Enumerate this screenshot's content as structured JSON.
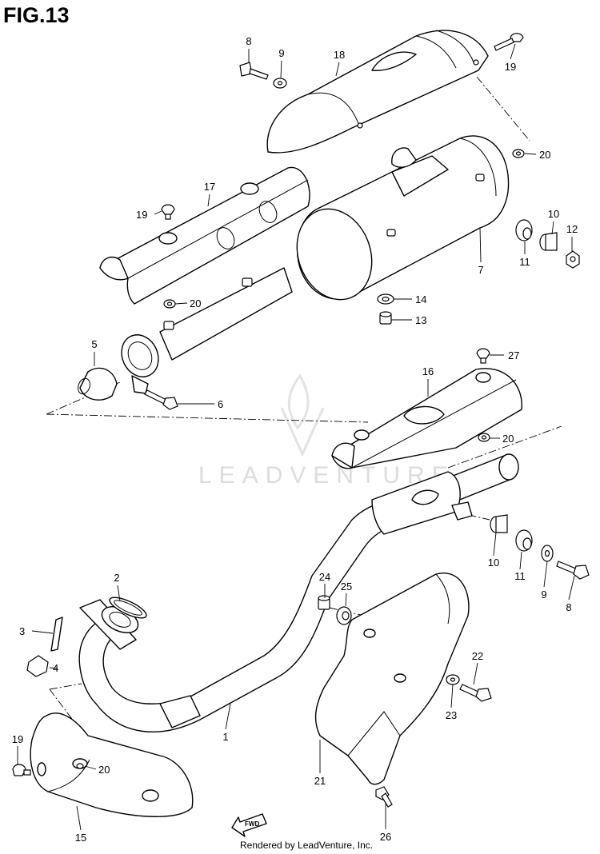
{
  "figure": {
    "title": "FIG.13"
  },
  "footer": {
    "credit": "Rendered by LeadVenture, Inc."
  },
  "watermark": {
    "text": "LEADVENTURE"
  },
  "fwd_label": "FWD",
  "callouts": [
    {
      "id": "c8a",
      "label": "8"
    },
    {
      "id": "c9a",
      "label": "9"
    },
    {
      "id": "c18",
      "label": "18"
    },
    {
      "id": "c19a",
      "label": "19"
    },
    {
      "id": "c20a",
      "label": "20"
    },
    {
      "id": "c17",
      "label": "17"
    },
    {
      "id": "c19b",
      "label": "19"
    },
    {
      "id": "c10a",
      "label": "10"
    },
    {
      "id": "c12",
      "label": "12"
    },
    {
      "id": "c11a",
      "label": "11"
    },
    {
      "id": "c7",
      "label": "7"
    },
    {
      "id": "c20b",
      "label": "20"
    },
    {
      "id": "c14",
      "label": "14"
    },
    {
      "id": "c13",
      "label": "13"
    },
    {
      "id": "c5",
      "label": "5"
    },
    {
      "id": "c6",
      "label": "6"
    },
    {
      "id": "c27",
      "label": "27"
    },
    {
      "id": "c16",
      "label": "16"
    },
    {
      "id": "c20c",
      "label": "20"
    },
    {
      "id": "c2",
      "label": "2"
    },
    {
      "id": "c24",
      "label": "24"
    },
    {
      "id": "c25",
      "label": "25"
    },
    {
      "id": "c10b",
      "label": "10"
    },
    {
      "id": "c11b",
      "label": "11"
    },
    {
      "id": "c9b",
      "label": "9"
    },
    {
      "id": "c8b",
      "label": "8"
    },
    {
      "id": "c3",
      "label": "3"
    },
    {
      "id": "c4",
      "label": "4"
    },
    {
      "id": "c22",
      "label": "22"
    },
    {
      "id": "c23",
      "label": "23"
    },
    {
      "id": "c1",
      "label": "1"
    },
    {
      "id": "c19c",
      "label": "19"
    },
    {
      "id": "c20d",
      "label": "20"
    },
    {
      "id": "c21",
      "label": "21"
    },
    {
      "id": "c15",
      "label": "15"
    },
    {
      "id": "c26",
      "label": "26"
    }
  ]
}
